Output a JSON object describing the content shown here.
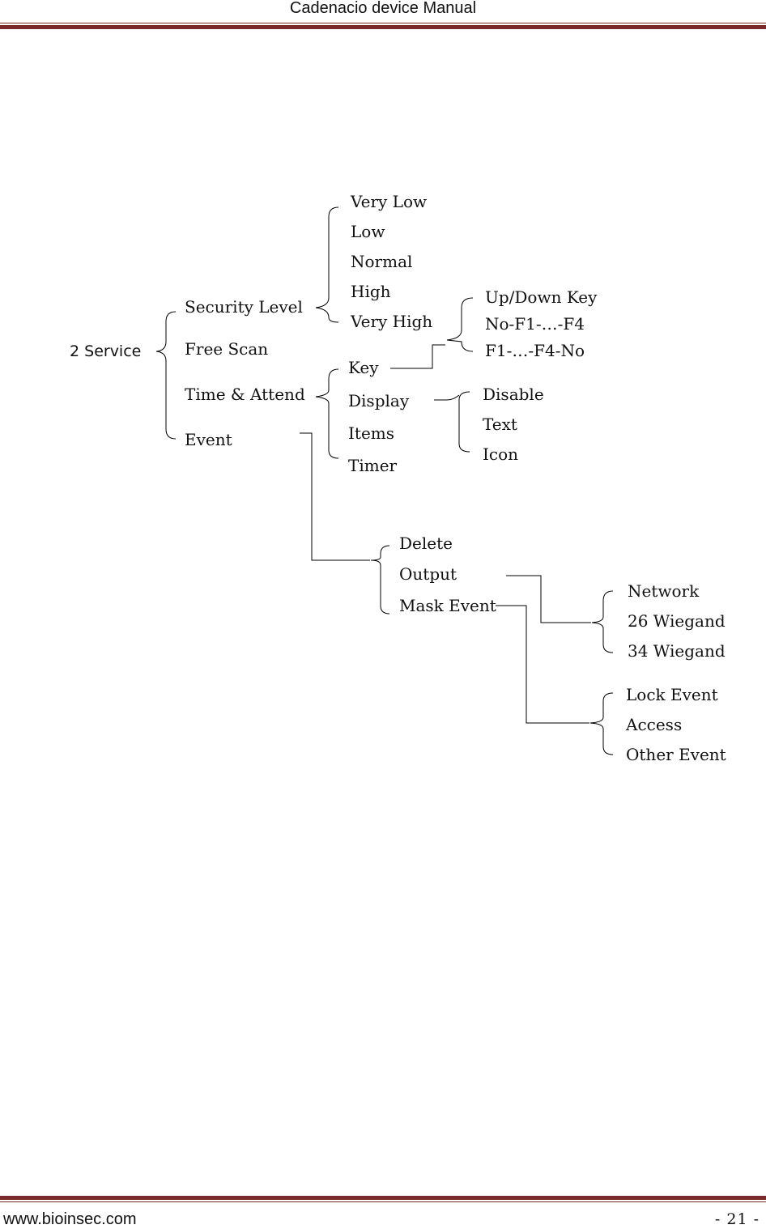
{
  "header": {
    "title": "Cadenacio device Manual"
  },
  "footer": {
    "website": "www.bioinsec.com",
    "page": "- 21 -"
  },
  "tree": {
    "root": "2 Service",
    "level1": [
      "Security Level",
      "Free Scan",
      "Time & Attend",
      "Event"
    ],
    "security_level": [
      "Very Low",
      "Low",
      "Normal",
      "High",
      "Very High"
    ],
    "time_attend": [
      "Key",
      "Display",
      "Items",
      "Timer"
    ],
    "key": [
      "Up/Down Key",
      "No-F1-…-F4",
      "F1-…-F4-No"
    ],
    "display": [
      "Disable",
      "Text",
      "Icon"
    ],
    "event": [
      "Delete",
      "Output",
      "Mask Event"
    ],
    "output": [
      "Network",
      "26 Wiegand",
      "34 Wiegand"
    ],
    "mask_event": [
      "Lock Event",
      "Access",
      "Other Event"
    ]
  }
}
